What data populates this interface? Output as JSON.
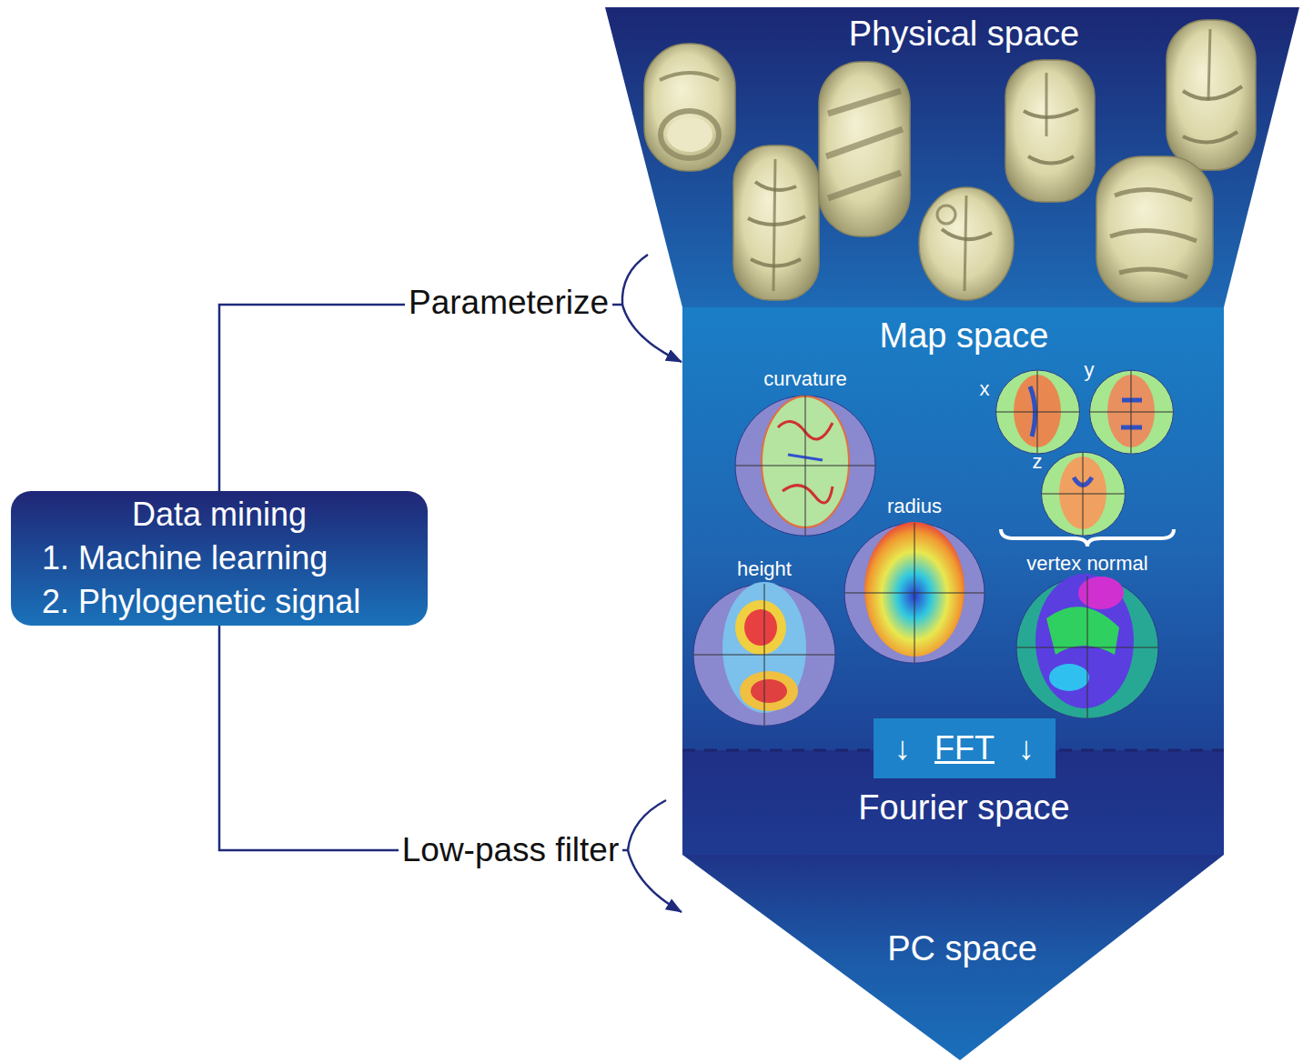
{
  "diagram": {
    "nodes": [
      {
        "text": [
          "Data mining",
          "1. Machine learning",
          "2. Phylogenetic signal"
        ]
      },
      {
        "text": [
          "Physical space"
        ]
      },
      {
        "text": [
          "Map space"
        ]
      },
      {
        "text": [
          "curvature"
        ],
        "in": 2
      },
      {
        "text": [
          "x"
        ],
        "in": 2
      },
      {
        "text": [
          "y"
        ],
        "in": 2
      },
      {
        "text": [
          "z"
        ],
        "in": 2
      },
      {
        "text": [
          "radius"
        ],
        "in": 2
      },
      {
        "text": [
          "height"
        ],
        "in": 2
      },
      {
        "text": [
          "vertex normal"
        ],
        "in": 2
      },
      {
        "text": [
          "↓",
          "FFT",
          "↓"
        ]
      },
      {
        "text": [
          "Fourier space"
        ]
      },
      {
        "text": [
          "PC space"
        ]
      }
    ],
    "edges": [
      {
        "from": 0,
        "to": 2,
        "label": "Parameterize",
        "arrow": "to"
      },
      {
        "from": 0,
        "to": 12,
        "label": "Low-pass filter",
        "arrow": "to"
      }
    ]
  }
}
